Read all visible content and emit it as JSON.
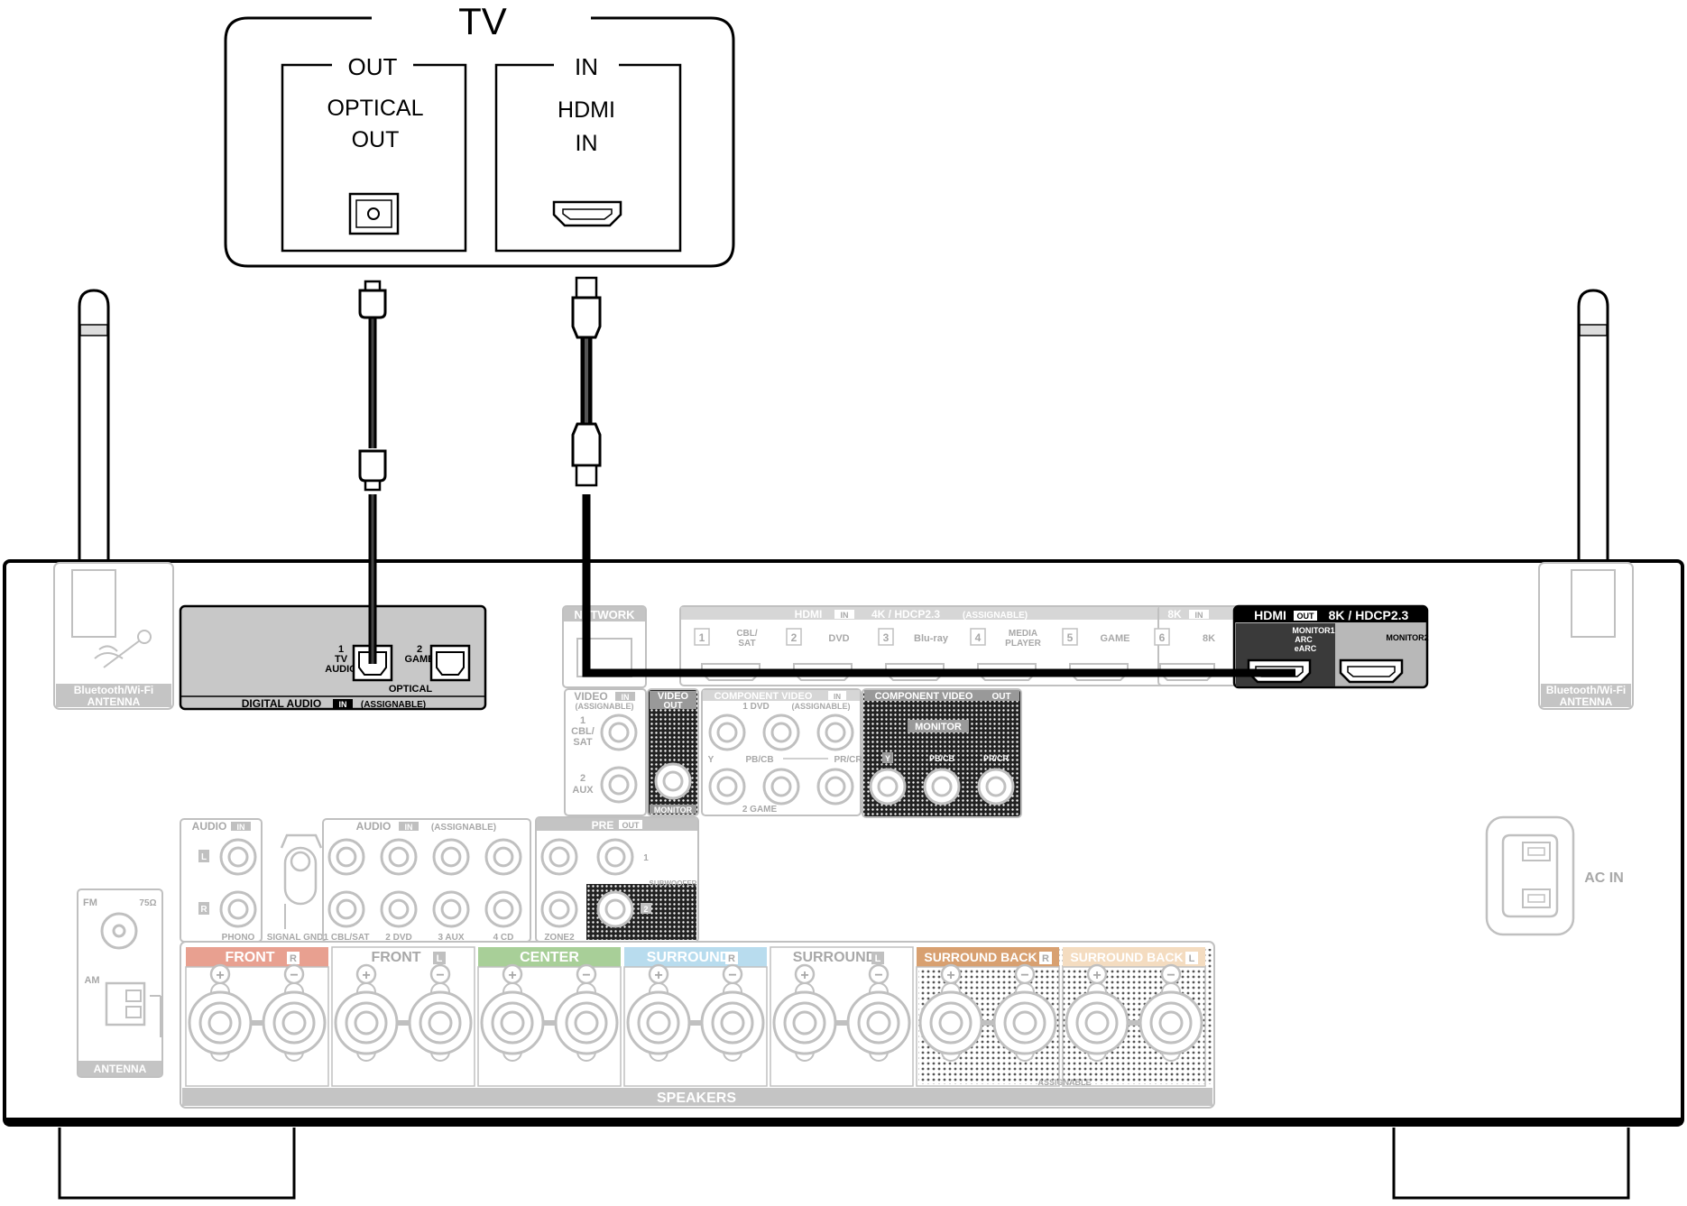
{
  "tv": {
    "title": "TV",
    "out_box": {
      "header": "OUT",
      "line1": "OPTICAL",
      "line2": "OUT"
    },
    "in_box": {
      "header": "IN",
      "line1": "HDMI",
      "line2": "IN"
    }
  },
  "receiver": {
    "antenna_left_label": [
      "Bluetooth/Wi-Fi",
      "ANTENNA"
    ],
    "antenna_right_label": [
      "Bluetooth/Wi-Fi",
      "ANTENNA"
    ],
    "digital_audio": {
      "jack1_num": "1",
      "jack1_line1": "TV",
      "jack1_line2": "AUDIO",
      "jack2_num": "2",
      "jack2_line1": "GAME",
      "optical_label": "OPTICAL",
      "footer_prefix": "DIGITAL AUDIO",
      "footer_tag": "IN",
      "footer_suffix": "(ASSIGNABLE)"
    },
    "network_label": "NETWORK",
    "hdmi_in": {
      "header_prefix": "HDMI",
      "header_tag": "IN",
      "header_suffix": "4K / HDCP2.3",
      "header_note": "(ASSIGNABLE)",
      "ports": [
        {
          "num": "1",
          "name": "CBL/ SAT"
        },
        {
          "num": "2",
          "name": "DVD"
        },
        {
          "num": "3",
          "name": "Blu-ray"
        },
        {
          "num": "4",
          "name": "MEDIA PLAYER"
        },
        {
          "num": "5",
          "name": "GAME"
        }
      ],
      "k8_header": "8K",
      "k8_tag": "IN",
      "k8_port_num": "6",
      "k8_port_name": "8K"
    },
    "hdmi_out": {
      "header_prefix": "HDMI",
      "header_tag": "OUT",
      "header_suffix": "8K / HDCP2.3",
      "monitor1": [
        "MONITOR1",
        "ARC",
        "eARC"
      ],
      "monitor2": "MONITOR2"
    },
    "video_in": {
      "header": "VIDEO",
      "tag": "IN",
      "note": "(ASSIGNABLE)",
      "port1": [
        "1",
        "CBL/",
        "SAT"
      ],
      "port2": [
        "2",
        "AUX"
      ]
    },
    "video_out": {
      "header": "VIDEO",
      "tag": "OUT",
      "footer": "MONITOR"
    },
    "component_in": {
      "header": "COMPONENT VIDEO",
      "tag": "IN",
      "note": "(ASSIGNABLE)",
      "row1": "1 DVD",
      "y": "Y",
      "pb": "PB/CB",
      "pr": "PR/CR",
      "row2": "2 GAME"
    },
    "component_out": {
      "header": "COMPONENT VIDEO",
      "tag": "OUT",
      "monitor": "MONITOR",
      "y": "Y",
      "pb": "PB/CB",
      "pr": "PR/CR"
    },
    "audio_in": {
      "header": "AUDIO",
      "tag": "IN",
      "l": "L",
      "r": "R",
      "phono": "PHONO",
      "signal_gnd": "SIGNAL GND"
    },
    "audio_assign": {
      "header": "AUDIO",
      "tag": "IN",
      "note": "(ASSIGNABLE)",
      "cols": [
        "1 CBL/SAT",
        "2 DVD",
        "3 AUX",
        "4 CD"
      ]
    },
    "pre_out": {
      "header": "PRE",
      "tag": "OUT",
      "zone2": "ZONE2",
      "sub1": "1",
      "subwoofer": "SUBWOOFER",
      "sub2": "2"
    },
    "antenna": {
      "fm": "FM",
      "ohm": "75Ω",
      "am": "AM",
      "footer": "ANTENNA"
    },
    "ac_in": "AC IN",
    "speakers": {
      "footer": "SPEAKERS",
      "assignable": "ASSIGNABLE",
      "plus": "+",
      "minus": "−",
      "groups": [
        {
          "name": "FRONT",
          "side": "R",
          "color": "#e8a090"
        },
        {
          "name": "FRONT",
          "side": "L",
          "color": "#ffffff"
        },
        {
          "name": "CENTER",
          "side": "",
          "color": "#a8cf98"
        },
        {
          "name": "SURROUND",
          "side": "R",
          "color": "#b8dcee"
        },
        {
          "name": "SURROUND",
          "side": "L",
          "color": "#ffffff"
        },
        {
          "name": "SURROUND BACK",
          "side": "R",
          "color": "#d8a070"
        },
        {
          "name": "SURROUND BACK",
          "side": "L",
          "color": "#f4dcc0"
        }
      ]
    }
  },
  "colors": {
    "ink": "#000000",
    "faded": "#c0c0c0",
    "faded_fill": "#e6e6e6",
    "digital_panel": "#c8c8c8",
    "hdmi_out_panel": "#b8b8b8"
  }
}
